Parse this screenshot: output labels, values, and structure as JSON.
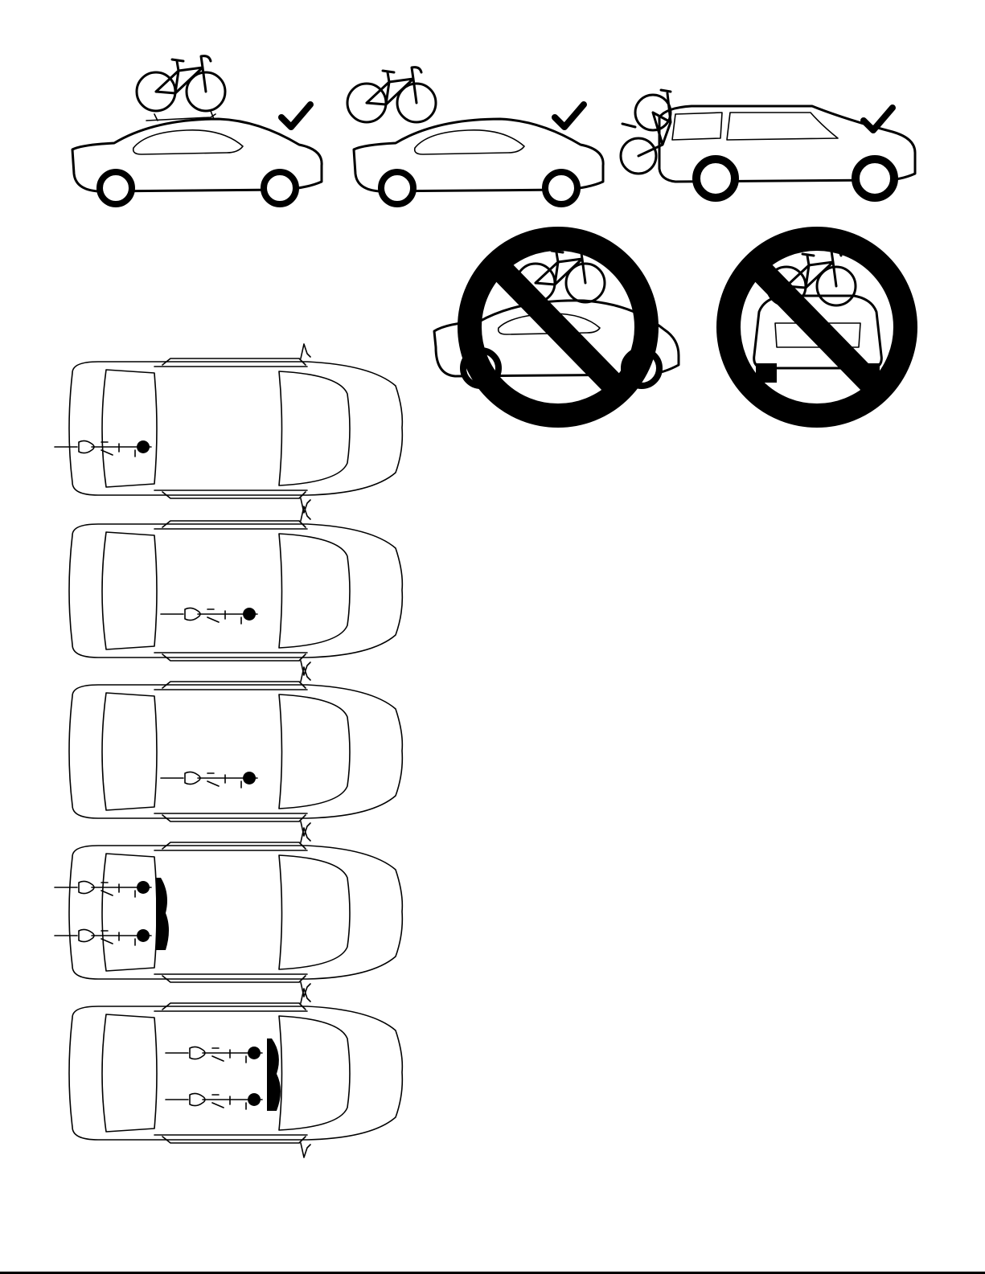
{
  "figure": {
    "panels": [
      {
        "id": "sedan-roof-mount",
        "status": "ok",
        "status_icon": "checkmark-icon"
      },
      {
        "id": "sedan-trunk-mount",
        "status": "ok",
        "status_icon": "checkmark-icon"
      },
      {
        "id": "wagon-hatch-mount",
        "status": "ok",
        "status_icon": "checkmark-icon"
      },
      {
        "id": "sedan-rear-glass-mount",
        "status": "prohibited",
        "status_icon": "prohibited-icon"
      },
      {
        "id": "hatchback-rear-mount",
        "status": "prohibited",
        "status_icon": "prohibited-icon"
      }
    ],
    "top_views": [
      {
        "id": "top-view-1",
        "bikes": 1,
        "placement": "rear-trunk"
      },
      {
        "id": "top-view-2",
        "bikes": 1,
        "placement": "roof-center"
      },
      {
        "id": "top-view-3",
        "bikes": 1,
        "placement": "roof-center-alt"
      },
      {
        "id": "top-view-4",
        "bikes": 2,
        "placement": "rear-trunk"
      },
      {
        "id": "top-view-5",
        "bikes": 2,
        "placement": "roof-center"
      }
    ]
  }
}
